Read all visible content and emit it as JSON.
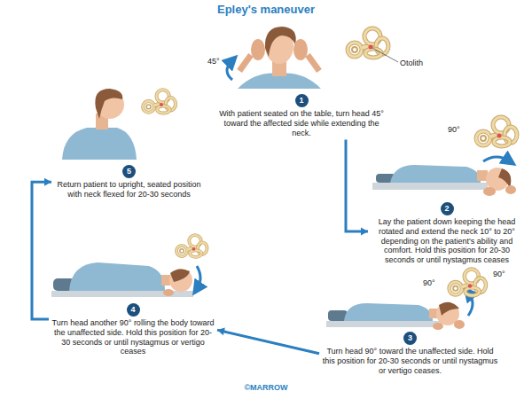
{
  "diagram": {
    "title": "Epley's maneuver",
    "nodes": [
      {
        "text": [
          "1",
          "With patient seated on the table, turn head 45° toward the affected side while extending the neck."
        ]
      },
      {
        "text": [
          "2",
          "Lay the patient down keeping the head rotated and extend the neck 10° to 20° depending on the patient's ability and comfort. Hold this position for 20-30 seconds or until nystagmus ceases"
        ]
      },
      {
        "text": [
          "3",
          "Turn head 90° toward the unaffected side. Hold this position for 20-30 seconds or until nystagmus or vertigo ceases."
        ]
      },
      {
        "text": [
          "4",
          "Turn head another 90° rolling the body toward the unaffected side. Hold this position for 20-30 seconds or until nystagmus or vertigo ceases"
        ]
      },
      {
        "text": [
          "5",
          "Return patient to upright, seated position with neck flexed for 20-30 seconds"
        ]
      }
    ],
    "edges": [
      {
        "from": 0,
        "to": 1,
        "arrow": "to"
      },
      {
        "from": 2,
        "to": 3,
        "arrow": "to"
      },
      {
        "from": 3,
        "to": 4,
        "arrow": "to"
      }
    ],
    "labels": [
      "45°",
      "Otolith",
      "90°",
      "90°",
      "90°",
      "©MARROW"
    ]
  }
}
